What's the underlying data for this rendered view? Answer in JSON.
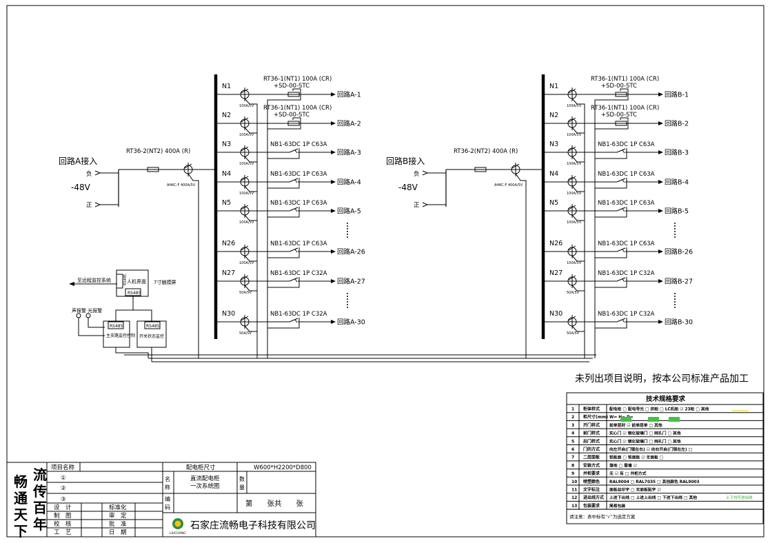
{
  "left_panel": {
    "incoming_title": "回路A接入",
    "breaker_label": "RT36-2(NT2) 400A (R)",
    "neg_label": "负",
    "pos_label": "正",
    "voltage": "-48V",
    "meter_label": "AHKC-F 400A/5V",
    "bus": [
      {
        "node": "N1",
        "line1": "RT36-1(NT1) 100A (CR)",
        "line2": "+SD-00-STC",
        "ct": "100A/5V",
        "out": "回路A-1"
      },
      {
        "node": "N2",
        "line1": "RT36-1(NT1) 100A (CR)",
        "line2": "+SD-00-STC",
        "ct": "100A/5V",
        "out": "回路A-2"
      },
      {
        "node": "N3",
        "line1": "NB1-63DC 1P C63A",
        "ct": "100A/5V",
        "out": "回路A-3"
      },
      {
        "node": "N4",
        "line1": "NB1-63DC 1P C63A",
        "ct": "100A/5V",
        "out": "回路A-4"
      },
      {
        "node": "N5",
        "line1": "NB1-63DC 1P C63A",
        "ct": "100A/5V",
        "out": "回路A-5"
      },
      {
        "node": "N26",
        "line1": "NB1-63DC 1P C63A",
        "ct": "100A/5V",
        "out": "回路A-26"
      },
      {
        "node": "N27",
        "line1": "NB1-63DC 1P C32A",
        "ct": "50A/5V",
        "out": "回路A-27"
      },
      {
        "node": "N30",
        "line1": "NB1-63DC 1P C32A",
        "ct": "50A/5V",
        "out": "回路A-30"
      }
    ]
  },
  "right_panel": {
    "incoming_title": "回路B接入",
    "breaker_label": "RT36-2(NT2) 400A (R)",
    "neg_label": "负",
    "pos_label": "正",
    "voltage": "-48V",
    "meter_label": "AHKC-F 400A/5V",
    "bus": [
      {
        "node": "N1",
        "line1": "RT36-1(NT1) 100A (CR)",
        "line2": "+SD-00-STC",
        "ct": "100A/5V",
        "out": "回路B-1"
      },
      {
        "node": "N2",
        "line1": "RT36-1(NT1) 100A (CR)",
        "line2": "+SD-00-STC",
        "ct": "100A/5V",
        "out": "回路B-2"
      },
      {
        "node": "N3",
        "line1": "NB1-63DC 1P C63A",
        "ct": "100A/5V",
        "out": "回路B-3"
      },
      {
        "node": "N4",
        "line1": "NB1-63DC 1P C63A",
        "ct": "100A/5V",
        "out": "回路B-4"
      },
      {
        "node": "N5",
        "line1": "NB1-63DC 1P C63A",
        "ct": "100A/5V",
        "out": "回路B-5"
      },
      {
        "node": "N26",
        "line1": "NB1-63DC 1P C63A",
        "ct": "100A/5V",
        "out": "回路B-26"
      },
      {
        "node": "N27",
        "line1": "NB1-63DC 1P C32A",
        "ct": "50A/5V",
        "out": "回路B-27"
      },
      {
        "node": "N30",
        "line1": "NB1-63DC 1P C32A",
        "ct": "50A/5V",
        "out": "回路B-30"
      }
    ]
  },
  "monitor": {
    "remote": "至远程监控系统",
    "hmi": "人机界面",
    "hmi_side": "RS485",
    "hmi_port": "RS485",
    "touch": "7寸触摸屏",
    "alarm": "声报警  光报警",
    "main_port": "RS485",
    "main_ctrl": "主支路监控控制",
    "sw_port": "RS485",
    "sw_ctrl": "开关状态监控"
  },
  "note": "未列出项目说明，按本公司标准产品加工",
  "spec": {
    "title": "技术规格要求",
    "footnote": "请注意：表中标有“√”为选定方案",
    "rows": [
      {
        "n": "1",
        "name": "柜体样式",
        "opts": "配电柜 □  配电导光 □  拱柜 □  LC机柜 ☑  23柜 □  其他"
      },
      {
        "n": "2",
        "name": "柜尺寸(mm)",
        "opts": "W=            H=            D="
      },
      {
        "n": "3",
        "name": "开门样式",
        "opts": "前单层封 ☑  前单层单 □  其他"
      },
      {
        "n": "4",
        "name": "前门样式",
        "opts": "实心门 ☑  钢化玻璃门 □  网孔门 □  其他"
      },
      {
        "n": "5",
        "name": "后门样式",
        "opts": "实心门 ☑  钢化玻璃门 □  网孔门 □  其他"
      },
      {
        "n": "6",
        "name": "门的方式",
        "opts": "向左开启(门锁在右) ☑  向右开启(门锁在左) □"
      },
      {
        "n": "7",
        "name": "二层面板",
        "opts": "铝板面 □  铁面板 ☑  无面板 □"
      },
      {
        "n": "8",
        "name": "安装方式",
        "opts": "落地 □      靠墙 ☑"
      },
      {
        "n": "9",
        "name": "并柜要求",
        "opts": "无 ☑      有 □ 并柜方式"
      },
      {
        "n": "10",
        "name": "喷塑颜色",
        "opts": "RAL9004 □  RAL7035 □ 其他颜色  RAL9003"
      },
      {
        "n": "11",
        "name": "文字标注",
        "opts": "面板丝印字 □  无面板贴字 ☑"
      },
      {
        "n": "12",
        "name": "进出线方式",
        "opts": "上进下出线 □  上进上出线 □  下进下出线 □  其他"
      },
      {
        "n": "13",
        "name": "包装要求",
        "opts": "简易包装"
      }
    ],
    "other_green": "上下均可进出线"
  },
  "title_block": {
    "calli1": "流传百年",
    "calli2": "畅通天下",
    "proj_label": "项目名称",
    "c1": "①",
    "c2": "②",
    "c3": "③",
    "roles_left": [
      "设　计",
      "制　图",
      "校　核",
      "工　艺"
    ],
    "roles_right": [
      "标准化",
      "审　定",
      "批　准",
      "日　期"
    ],
    "size_label": "配电柜尺寸",
    "size_value": "W600*H2200*D800",
    "name_label": "名称",
    "name_value1": "直流配电柜",
    "name_value2": "一次系统图",
    "qty_label": "数量",
    "code_label": "编码",
    "sheet_text": "第　　张共　　张",
    "company": "石家庄流畅电子科技有限公司",
    "logo_text": "LIUCHANG"
  }
}
